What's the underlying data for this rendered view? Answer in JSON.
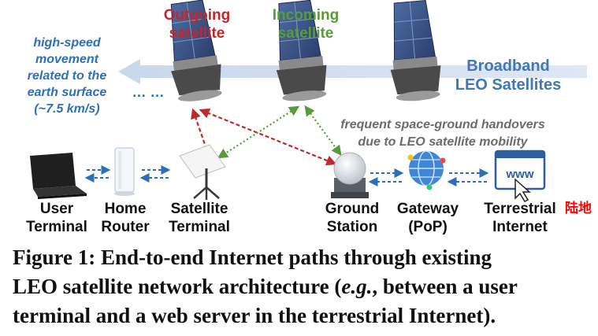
{
  "labels": {
    "outgoing_line1": "Outgoing",
    "outgoing_line2": "satellite",
    "incoming_line1": "Incoming",
    "incoming_line2": "satellite",
    "broadband_line1": "Broadband",
    "broadband_line2": "LEO Satellites",
    "movement_line1": "high-speed",
    "movement_line2": "movement",
    "movement_line3": "related to the",
    "movement_line4": "earth surface",
    "movement_line5": "(~7.5 km/s)",
    "dots": "… …",
    "handover_line1": "frequent space-ground handovers",
    "handover_line2": "due to LEO satellite mobility",
    "annotation": "陆地"
  },
  "nodes": {
    "user_terminal": [
      "User",
      "Terminal"
    ],
    "home_router": [
      "Home",
      "Router"
    ],
    "satellite_terminal": [
      "Satellite",
      "Terminal"
    ],
    "ground_station": [
      "Ground",
      "Station"
    ],
    "gateway": [
      "Gateway",
      "(PoP)"
    ],
    "terrestrial_internet": [
      "Terrestrial",
      "Internet"
    ]
  },
  "icons": {
    "browser_text": "www"
  },
  "caption": {
    "line1": "Figure 1: End-to-end Internet paths through existing",
    "line2_pre": "LEO satellite network architecture (",
    "line2_em": "e.g.",
    "line2_post": ", between a user",
    "line3": "terminal and a web server in the terrestrial Internet)."
  },
  "colors": {
    "outgoing": "#c0282e",
    "incoming": "#5a9a3a",
    "broadband": "#3f78b5",
    "movement": "#2e6fb5",
    "handover": "#6b6b6b",
    "link_blue": "#2a6fb8",
    "link_red": "#c0282e",
    "link_green": "#5a9a3a",
    "annotation": "#ff0000"
  }
}
